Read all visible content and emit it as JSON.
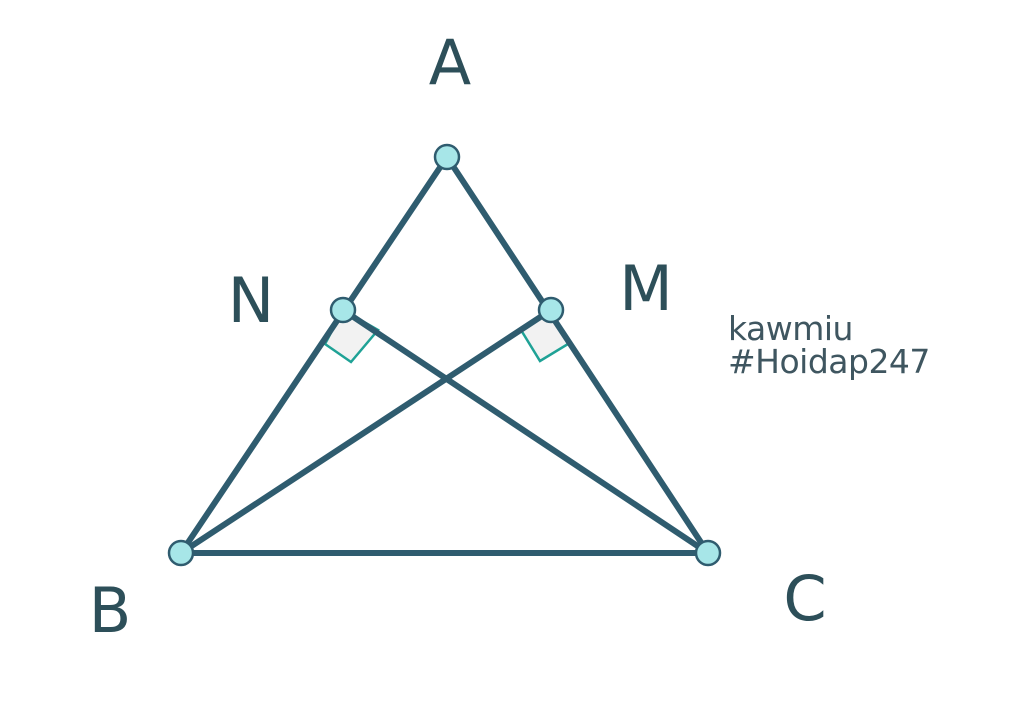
{
  "points": {
    "A": {
      "label": "A"
    },
    "B": {
      "label": "B"
    },
    "C": {
      "label": "C"
    },
    "M": {
      "label": "M"
    },
    "N": {
      "label": "N"
    }
  },
  "segments": [
    {
      "from": "A",
      "to": "B",
      "name": "segment-ab"
    },
    {
      "from": "A",
      "to": "C",
      "name": "segment-ac"
    },
    {
      "from": "B",
      "to": "C",
      "name": "segment-bc"
    },
    {
      "from": "B",
      "to": "M",
      "name": "segment-bm"
    },
    {
      "from": "C",
      "to": "N",
      "name": "segment-cn"
    }
  ],
  "right_angles": [
    {
      "at": "N",
      "name": "right-angle-n"
    },
    {
      "at": "M",
      "name": "right-angle-m"
    }
  ],
  "watermark": {
    "line1": "kawmiu",
    "line2": "#Hoidap247"
  },
  "colors": {
    "line": "#2f5c6f",
    "vertex_fill": "#a7e6e8",
    "vertex_stroke": "#2f5c6f",
    "right_angle_stroke": "#1fa296",
    "right_angle_fill": "#f2f2f2",
    "label": "#2d4f59",
    "watermark": "#3f5660"
  }
}
